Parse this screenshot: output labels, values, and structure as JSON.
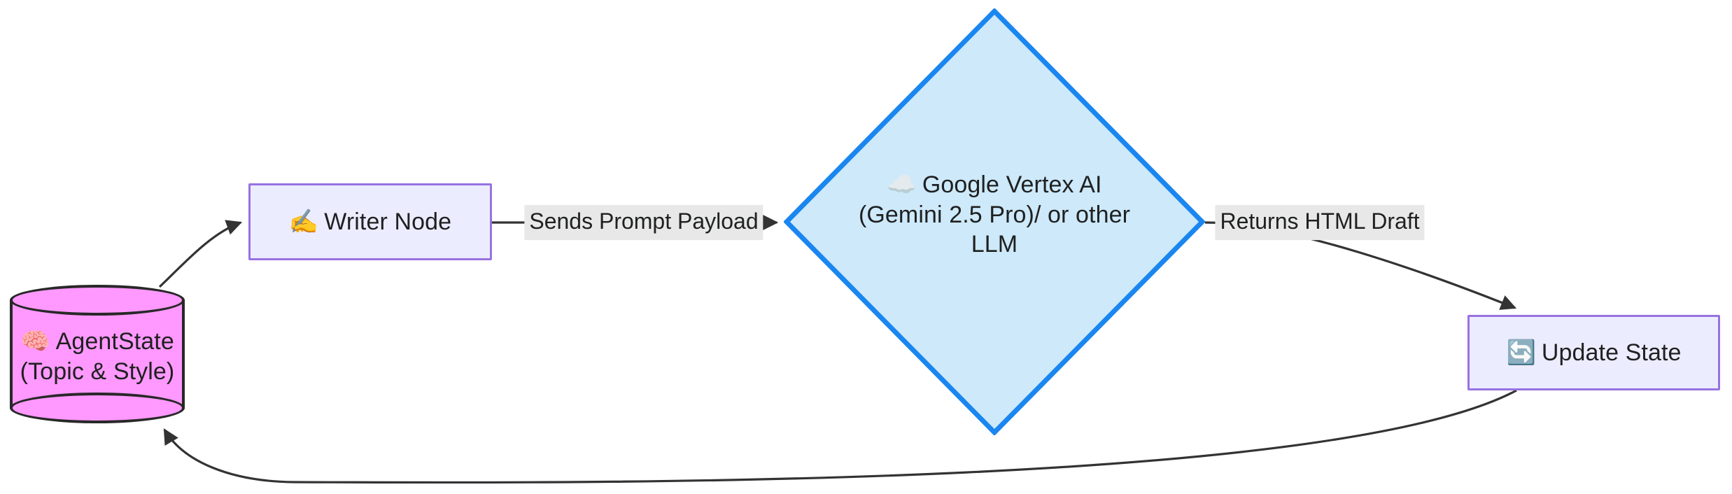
{
  "diagram": {
    "type": "flowchart",
    "direction": "left-to-right",
    "background": "#ffffff",
    "nodes": [
      {
        "id": "agent-state",
        "shape": "cylinder",
        "icon": "brain-icon",
        "emoji": "🧠",
        "line1": "AgentState",
        "line2": "(Topic & Style)",
        "fill": "#ff99ff",
        "stroke": "#282828"
      },
      {
        "id": "writer-node",
        "shape": "rectangle",
        "icon": "writing-hand-icon",
        "emoji": "✍️",
        "label": "Writer Node",
        "fill": "#ececff",
        "stroke": "#9872e0"
      },
      {
        "id": "llm",
        "shape": "diamond",
        "icon": "cloud-icon",
        "emoji": "☁️",
        "line1": "Google Vertex AI",
        "line2": "(Gemini 2.5 Pro)/ or other",
        "line3": "LLM",
        "fill": "#cde9fa",
        "stroke": "#1a86f0"
      },
      {
        "id": "update-state",
        "shape": "rectangle",
        "icon": "refresh-icon",
        "emoji": "🔄",
        "label": "Update State",
        "fill": "#ececff",
        "stroke": "#9872e0"
      }
    ],
    "edges": [
      {
        "id": "agent-state-to-writer",
        "from": "agent-state",
        "to": "writer-node",
        "label": ""
      },
      {
        "id": "writer-to-llm",
        "from": "writer-node",
        "to": "llm",
        "label": "Sends Prompt Payload"
      },
      {
        "id": "llm-to-update-state",
        "from": "llm",
        "to": "update-state",
        "label": "Returns HTML Draft"
      },
      {
        "id": "update-state-to-agent-state",
        "from": "update-state",
        "to": "agent-state",
        "label": ""
      }
    ],
    "edge_label_background": "#e8e8e8",
    "edge_stroke": "#333333"
  }
}
